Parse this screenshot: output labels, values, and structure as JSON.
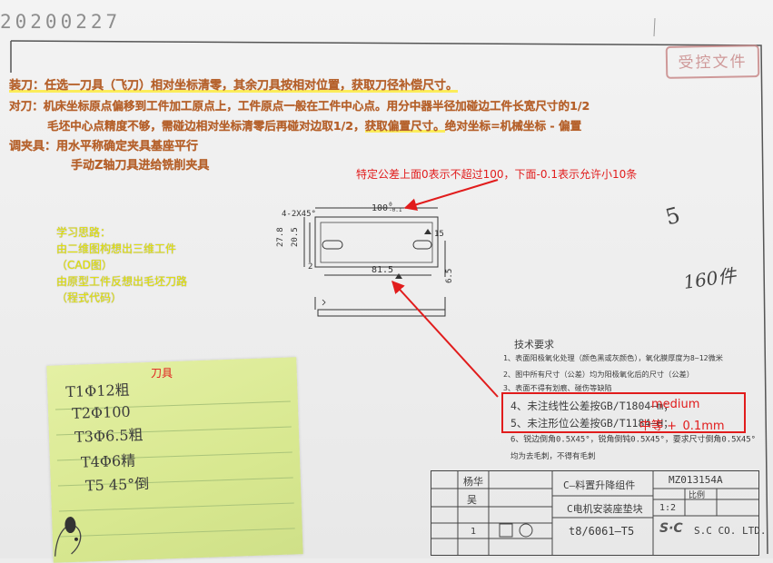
{
  "date_stamp": "20200227",
  "controlled_stamp": "受控文件",
  "instructions": {
    "tool_setting": "装刀：任选一刀具（飞刀）相对坐标清零，其余刀具按相对位置，获取刀径补偿尺寸。",
    "alignment_line1_a": "对刀：机床坐标原点偏移到工件加工原点上，工件原点一般在工件中心点。用分中器半径加碰边工件长宽尺寸的1/2",
    "alignment_line2_a": "毛坯中心点精度不够，需碰边相对坐标清零后再碰对边取1/2，",
    "alignment_line2_b": "获取偏置尺寸。",
    "alignment_line2_c": "绝对坐标=机械坐标 - 偏置",
    "fixture_line1": "调夹具：用水平称确定夹具基座平行",
    "fixture_line2": "手动Z轴刀具进给铣削夹具"
  },
  "tolerance_note": "特定公差上面0表示不超过100，下面-0.1表示允许小10条",
  "study_notes": {
    "heading": "学习思路：",
    "line1": "由二维图构想出三维工件",
    "line2": "（CAD图）",
    "line3": "由原型工件反想出毛坯刀路",
    "line4": "（程式代码）"
  },
  "tools_label": "刀具",
  "tools": [
    "T1Φ12粗",
    "T2Φ100",
    "T3Φ6.5粗",
    "T4Φ6精",
    "T5 45°倒"
  ],
  "drawing": {
    "chamfer": "4-2X45°",
    "length": "100",
    "length_tol_upper": "0",
    "length_tol_lower": "-0.1",
    "height": "27.8",
    "inner_height": "20.5",
    "slot_dim": "15",
    "hole_dim": "2",
    "slot_spacing": "81.5",
    "thickness": "6.5",
    "handwritten_mark": "5",
    "handwritten_qty": "160件"
  },
  "tech_requirements": {
    "title": "技术要求",
    "item1": "1、表面阳极氧化处理（颜色黑或灰颜色），氧化膜厚度为8~12微米",
    "item2": "2、图中所有尺寸（公差）均为阳极氧化后的尺寸（公差）",
    "item3": "3、表面不得有划痕、碰伤等缺陷",
    "item4": "4、未注线性公差按GB/T1804—m；",
    "item5": "5、未注形位公差按GB/T1184—H；",
    "item6": "6、锐边倒角0.5X45°，锐角倒钝0.5X45°，要求尺寸倒角0.5X45°",
    "item7": "均为去毛刺，不得有毛刺"
  },
  "annotation": {
    "medium": "medium",
    "grade": "中等  +_0.1mm"
  },
  "title_block": {
    "part_name": "C—料置升降组件",
    "sub_name": "C电机安装座垫块",
    "material": "t8/6061—T5",
    "drawing_no": "MZ013154A",
    "scale": "1:2",
    "scale_label": "比例",
    "qty": "1",
    "designer": "杨华",
    "checker": "吴",
    "company": "S.C CO. LTD.",
    "logo": "S·C"
  }
}
